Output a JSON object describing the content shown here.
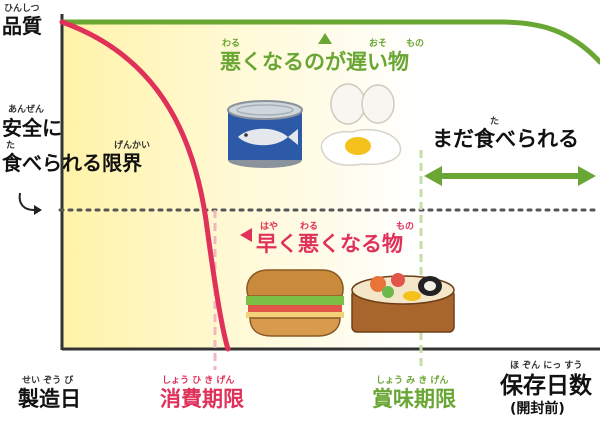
{
  "axis": {
    "y_label": "品質",
    "y_label_ruby": "ひんしつ",
    "x_origin_label": "製造日",
    "x_origin_ruby": "せい ぞう び",
    "x_end_label": "保存日数",
    "x_end_ruby": "ほ ぞん にっ すう",
    "x_end_sub": "(開封前)"
  },
  "threshold": {
    "line1": "安全に",
    "line1_ruby": "あんぜん",
    "line2": "食べられる限界",
    "line2_ruby_ta": "た",
    "line2_ruby_genkai": "げんかい"
  },
  "slow": {
    "label": "悪くなるのが遅い物",
    "ruby_waru": "わる",
    "ruby_oso": "おそ",
    "ruby_mono": "もの",
    "color": "#6aa634"
  },
  "fast": {
    "label": "早く悪くなる物",
    "ruby_haya": "はや",
    "ruby_waru": "わる",
    "ruby_mono": "もの",
    "color": "#e0315a"
  },
  "still_edible": {
    "label": "まだ食べられる",
    "ruby_ta": "た"
  },
  "dates": {
    "consume_by": "消費期限",
    "consume_ruby": "しょう ひ   き げん",
    "best_before": "賞味期限",
    "best_ruby": "しょう み   き げん"
  },
  "illustrations": [
    "canned-fish",
    "eggs",
    "sandwich",
    "bento-box"
  ]
}
